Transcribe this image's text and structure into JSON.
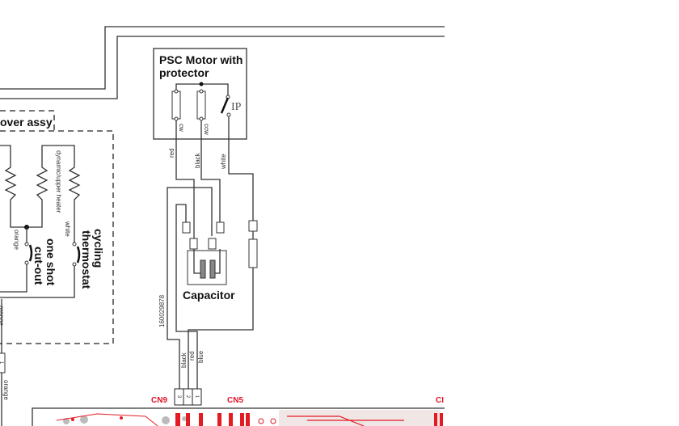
{
  "cover": {
    "label": "over assy"
  },
  "heaters": {
    "dynamic_label": "dynamic/upper heater",
    "white_label": "white",
    "orange_label": "orange",
    "one_shot_line1": "one shot",
    "one_shot_line2": "cut-out",
    "cycling_line1": "cycling",
    "cycling_line2": "thermostat",
    "orange_lower_1": "orange",
    "orange_lower_2": "orange",
    "connector_pin": "1"
  },
  "motor": {
    "title_line1": "PSC Motor with",
    "title_line2": "protector",
    "cw_label": "cw",
    "ccw_label": "ccw",
    "protector_label": "IP",
    "wire_red": "red",
    "wire_black": "black",
    "wire_white": "white"
  },
  "capacitor": {
    "label": "Capacitor"
  },
  "harness": {
    "part_number": "160029878",
    "wire_black": "black",
    "wire_red": "red",
    "wire_blue": "blue",
    "pins": [
      "3",
      "2",
      "1"
    ]
  },
  "pcb": {
    "connectors": [
      "CN9",
      "CN5",
      "CI"
    ],
    "accent_color": "#e31b23"
  }
}
